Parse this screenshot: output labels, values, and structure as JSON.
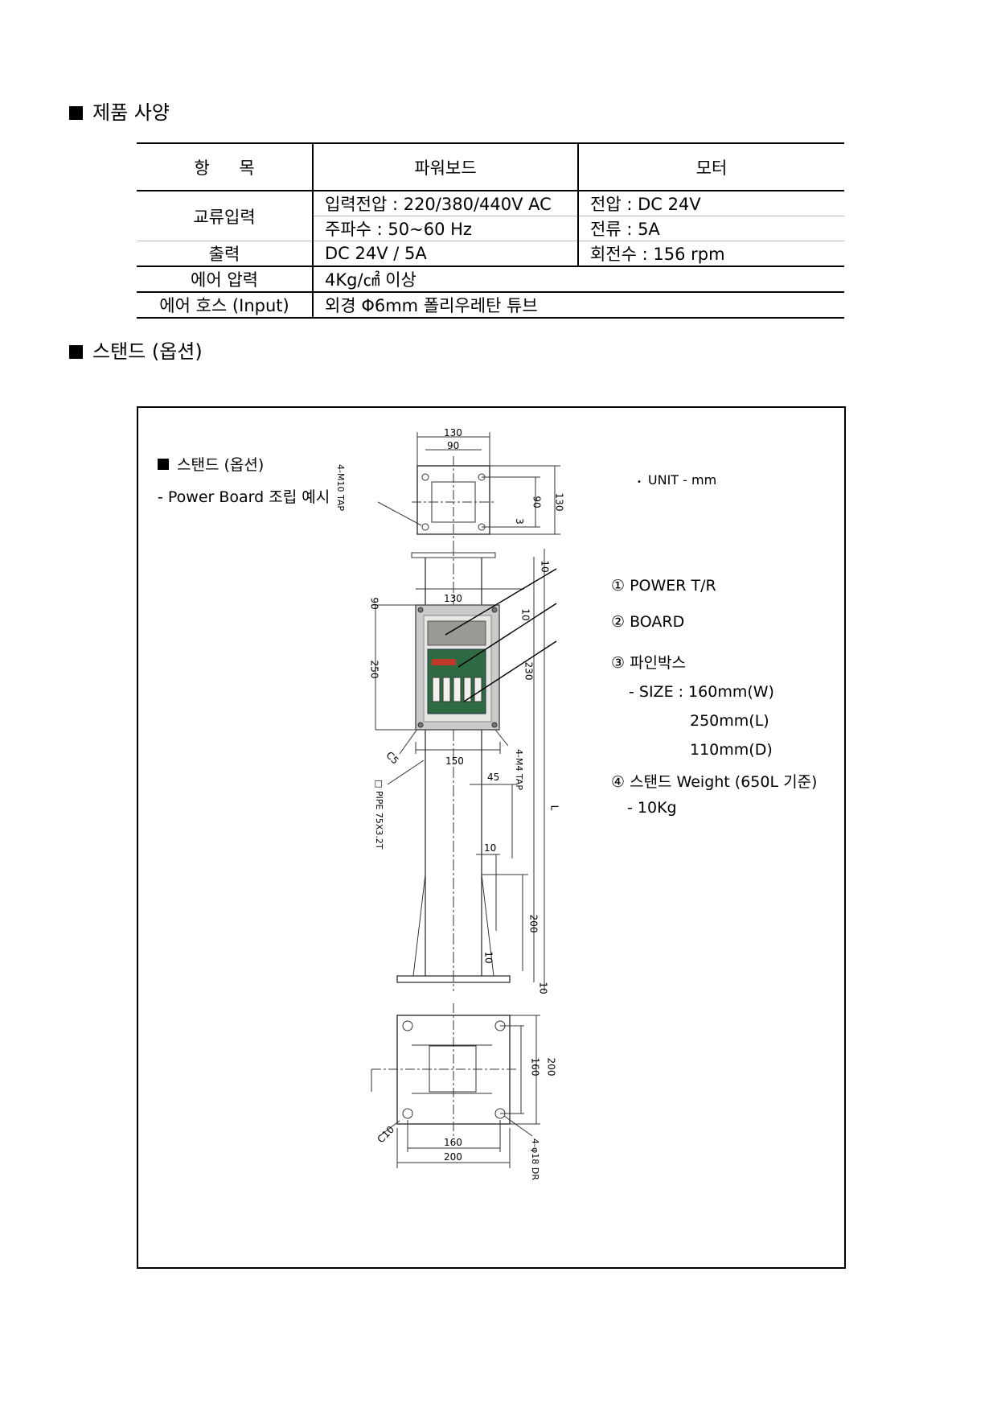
{
  "section1": {
    "title": "제품 사양"
  },
  "spec_table": {
    "headers": [
      "항 목",
      "파워보드",
      "모터"
    ],
    "rows": [
      {
        "item": "교류입력",
        "board": [
          "입력전압 : 220/380/440V AC",
          "주파수 : 50~60 Hz"
        ],
        "motor": [
          "전압 : DC 24V",
          "전류 : 5A"
        ]
      },
      {
        "item": "출력",
        "board": "DC 24V / 5A",
        "motor": "회전수 : 156 rpm"
      },
      {
        "item": "에어 압력",
        "value": "4Kg/㎠ 이상"
      },
      {
        "item": "에어 호스 (Input)",
        "value": "외경 Φ6mm 폴리우레탄 튜브"
      }
    ]
  },
  "section2": {
    "title": "스탠드 (옵션)"
  },
  "drawing": {
    "title": "스탠드 (옵션)",
    "subtitle": "- Power Board 조립 예시",
    "unit": "UNIT - mm",
    "parts": [
      "① POWER T/R",
      "② BOARD",
      "③ 파인박스"
    ],
    "size_label": "- SIZE : 160mm(W)",
    "size_l": "250mm(L)",
    "size_d": "110mm(D)",
    "weight_label": "④ 스탠드 Weight (650L 기준)",
    "weight_value": "- 10Kg",
    "dims": {
      "top_w_outer": "130",
      "top_w_inner": "90",
      "top_h_outer": "130",
      "top_h_inner": "90",
      "top_t": "3",
      "tap_top": "4-M10 TAP",
      "d10a": "10",
      "d90": "90",
      "d130": "130",
      "d10b": "10",
      "d250": "250",
      "d230": "230",
      "c5": "C5",
      "d150": "150",
      "tap_box": "4-M4 TAP",
      "d45": "45",
      "pipe": "□ PIPE 75X3.2T",
      "d10c": "10",
      "d200": "200",
      "d10d": "10",
      "d10e": "10",
      "length": "L",
      "b160": "160",
      "b200": "200",
      "b160h": "160",
      "b200h": "200",
      "c10": "C10",
      "drill": "4-φ18 DR"
    }
  }
}
